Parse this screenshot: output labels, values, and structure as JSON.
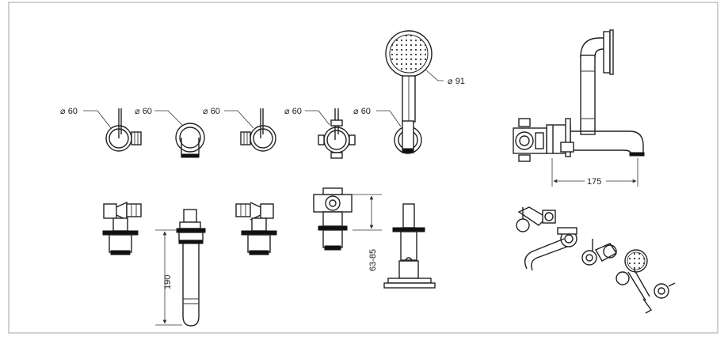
{
  "diameter_symbol": "⌀",
  "labels": {
    "spout_arm_diameter": "60",
    "spout_diameter": "60",
    "valve_diameter": "60",
    "diverter_diameter": "60",
    "handset_holder_diameter": "60",
    "handset_head_diameter": "91"
  },
  "dimensions": {
    "projection": "175",
    "spout_length": "190",
    "wall_depth_range": "63-85"
  }
}
